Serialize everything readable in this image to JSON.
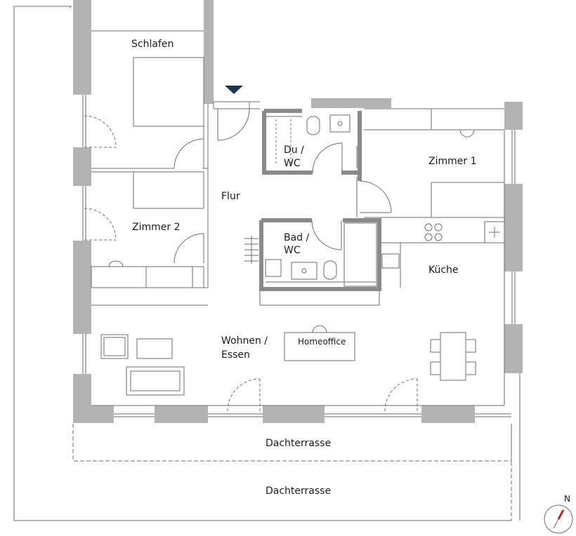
{
  "rooms": {
    "schlafen": "Schlafen",
    "zimmer2": "Zimmer 2",
    "flur": "Flur",
    "du_wc_1": "Du /",
    "du_wc_2": "WC",
    "zimmer1": "Zimmer 1",
    "bad_wc_1": "Bad /",
    "bad_wc_2": "WC",
    "kueche": "Küche",
    "wohnen_1": "Wohnen /",
    "wohnen_2": "Essen",
    "homeoffice": "Homeoffice",
    "dachterrasse_inner": "Dachterrasse",
    "dachterrasse_outer": "Dachterrasse"
  },
  "compass": {
    "label": "N",
    "needle_color": "#b3262b"
  },
  "entrance_marker_color": "#1c3550",
  "colors": {
    "wall": "#b3b3b3",
    "line": "#6e6e6e"
  }
}
